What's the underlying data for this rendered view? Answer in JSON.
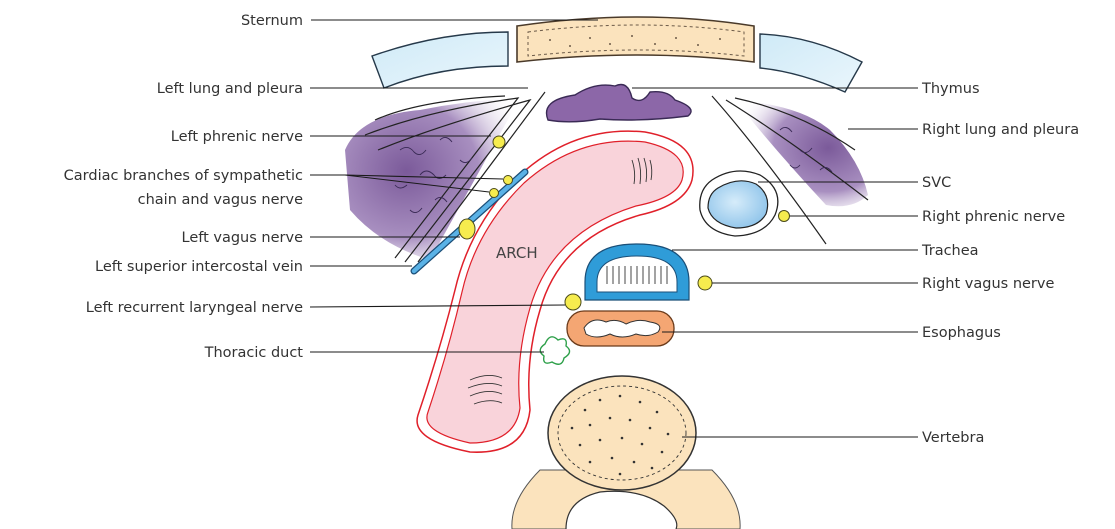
{
  "labels": {
    "sternum": "Sternum",
    "left_lung": "Left lung and pleura",
    "left_phrenic": "Left phrenic nerve",
    "cardiac_branches_1": "Cardiac branches of sympathetic",
    "cardiac_branches_2": "chain and vagus nerve",
    "left_vagus": "Left vagus nerve",
    "left_sup_intercostal": "Left superior intercostal vein",
    "left_recurrent": "Left recurrent laryngeal nerve",
    "thoracic_duct": "Thoracic duct",
    "thymus": "Thymus",
    "right_lung": "Right lung and pleura",
    "svc": "SVC",
    "right_phrenic": "Right phrenic nerve",
    "trachea": "Trachea",
    "right_vagus": "Right vagus nerve",
    "esophagus": "Esophagus",
    "vertebra": "Vertebra",
    "arch": "ARCH"
  },
  "colors": {
    "bone": "#fbe3bd",
    "cartilage": "#d6eef8",
    "lung": "#7c5a9a",
    "thymus": "#8c67a8",
    "aorta_fill": "#f9d3da",
    "aorta_outline": "#e0202a",
    "nerve": "#f6ec4e",
    "trachea": "#2f9cd8",
    "esophagus": "#f4a673",
    "svc": "#b9dcf3",
    "thoracic_duct": "#2ea04a"
  }
}
